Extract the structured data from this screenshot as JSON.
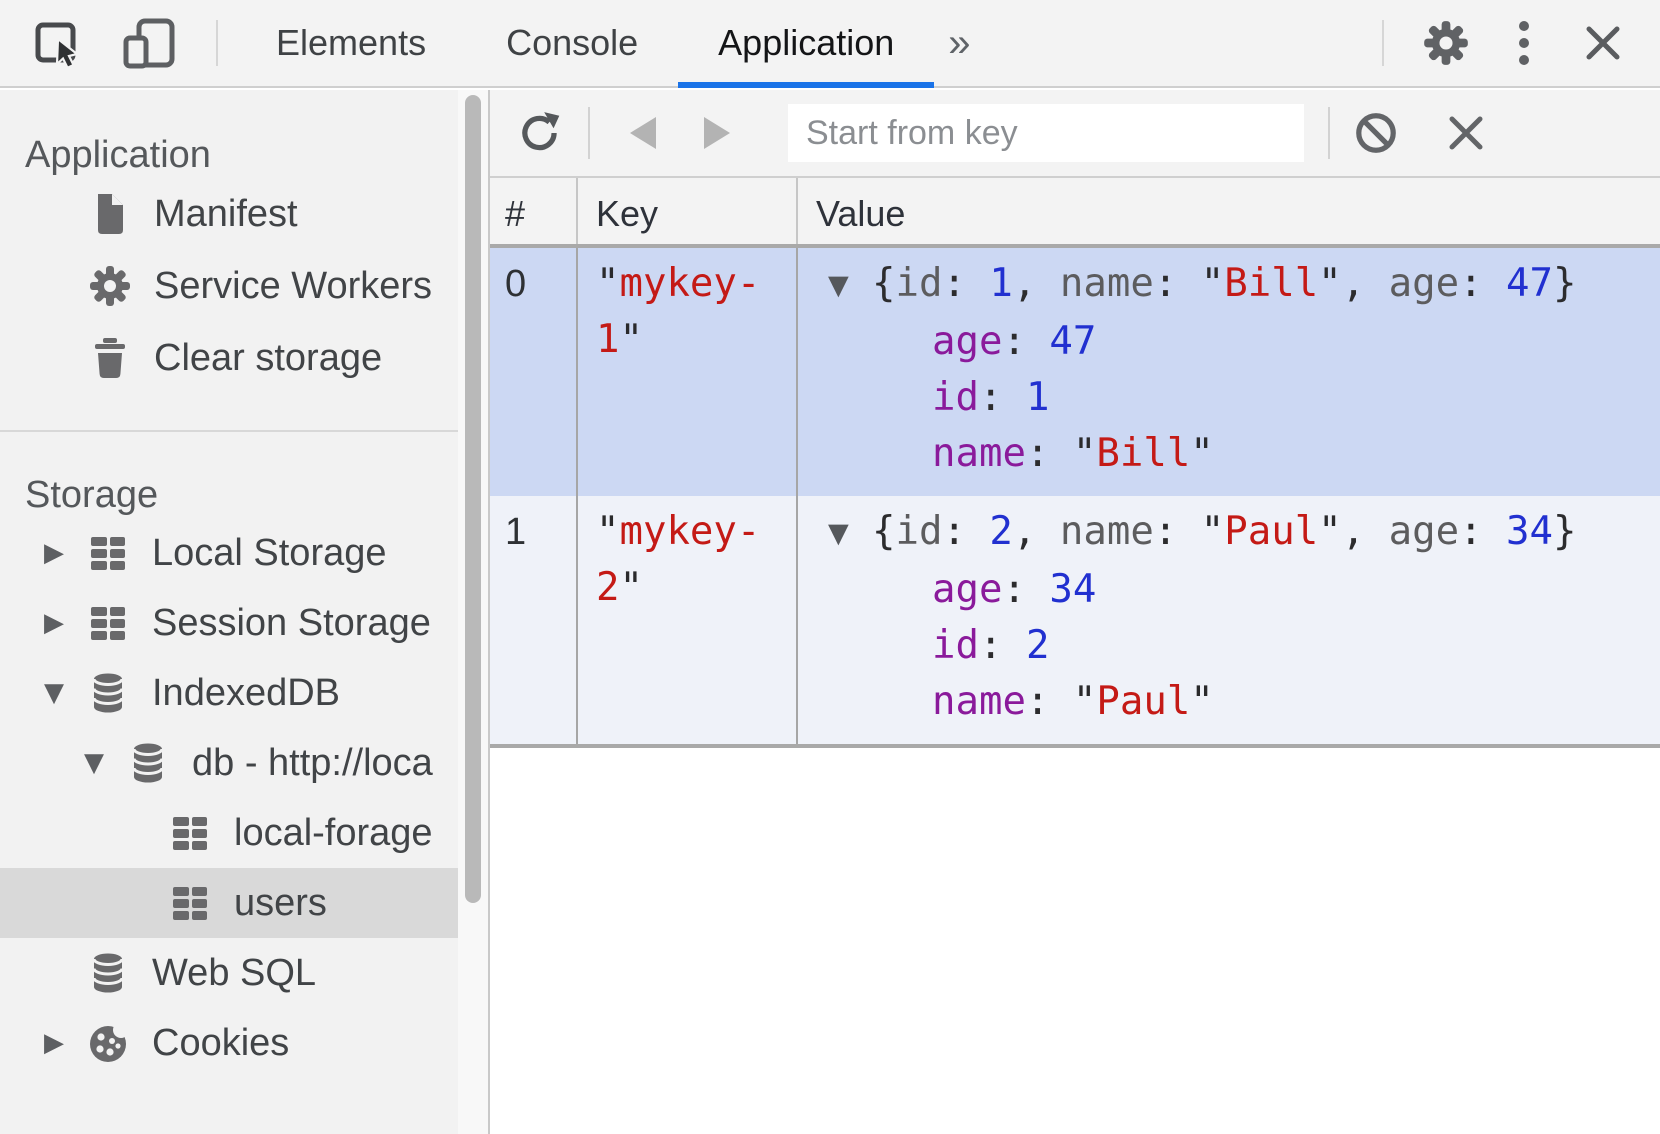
{
  "top": {
    "tabs": [
      {
        "label": "Elements",
        "active": false
      },
      {
        "label": "Console",
        "active": false
      },
      {
        "label": "Application",
        "active": true
      }
    ],
    "overflow_glyph": "»"
  },
  "sidebar": {
    "sections": [
      {
        "title": "Application",
        "items": [
          {
            "label": "Manifest",
            "icon": "file-icon"
          },
          {
            "label": "Service Workers",
            "icon": "gear-icon"
          },
          {
            "label": "Clear storage",
            "icon": "trash-icon"
          }
        ]
      },
      {
        "title": "Storage",
        "items": [
          {
            "label": "Local Storage",
            "icon": "table-icon",
            "expander": "collapsed"
          },
          {
            "label": "Session Storage",
            "icon": "table-icon",
            "expander": "collapsed"
          },
          {
            "label": "IndexedDB",
            "icon": "database-icon",
            "expander": "expanded"
          },
          {
            "label": "db - http://loca",
            "icon": "database-icon",
            "expander": "expanded"
          },
          {
            "label": "local-forage",
            "icon": "table-icon"
          },
          {
            "label": "users",
            "icon": "table-icon",
            "selected": true
          },
          {
            "label": "Web SQL",
            "icon": "database-icon"
          },
          {
            "label": "Cookies",
            "icon": "cookie-icon",
            "expander": "collapsed"
          }
        ]
      }
    ]
  },
  "main": {
    "toolbar": {
      "search_placeholder": "Start from key"
    },
    "table": {
      "columns": [
        "#",
        "Key",
        "Value"
      ],
      "rows": [
        {
          "index": "0",
          "key": "mykey-1",
          "id": "1",
          "name": "Bill",
          "age": "47",
          "selected": true
        },
        {
          "index": "1",
          "key": "mykey-2",
          "id": "2",
          "name": "Paul",
          "age": "34",
          "selected": false
        }
      ]
    }
  },
  "labels": {
    "id": "id",
    "name": "name",
    "age": "age"
  },
  "syntax": {
    "obrace": "{",
    "cbrace": "}",
    "colon": ": ",
    "comma": ", ",
    "quote": "\"",
    "tri_down": "▼"
  },
  "glyphs": {
    "collapsed": "▶",
    "expanded": "▼"
  },
  "colors": {
    "accent_blue": "#1a73e8",
    "selected_row_bg": "#ccd8f3",
    "alt_row_bg": "#eff2f9",
    "sidebar_selection": "#d9d9d9",
    "string_red": "#c41a16",
    "number_blue": "#2130d0",
    "property_purple": "#8a1a9b"
  }
}
